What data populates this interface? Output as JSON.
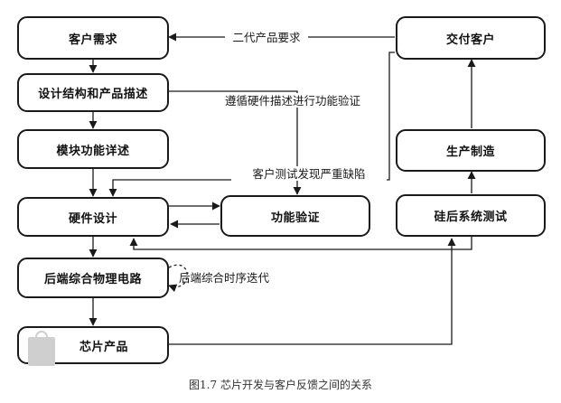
{
  "nodes": {
    "customer_req": "客户需求",
    "design_struct": "设计结构和产品描述",
    "module_detail": "模块功能详述",
    "hw_design": "硬件设计",
    "backend": "后端综合物理电路",
    "chip_product": "芯片产品",
    "delivery": "交付客户",
    "production": "生产制造",
    "silicon_test": "硅后系统测试",
    "func_verify": "功能验证"
  },
  "labels": {
    "second_gen": "二代产品要求",
    "follow_hw": "遵循硬件描述进行功能验证",
    "customer_defect": "客户测试发现严重缺陷",
    "backend_iter": "后端综合时序迭代"
  },
  "caption": "图1.7 芯片开发与客户反馈之间的关系"
}
